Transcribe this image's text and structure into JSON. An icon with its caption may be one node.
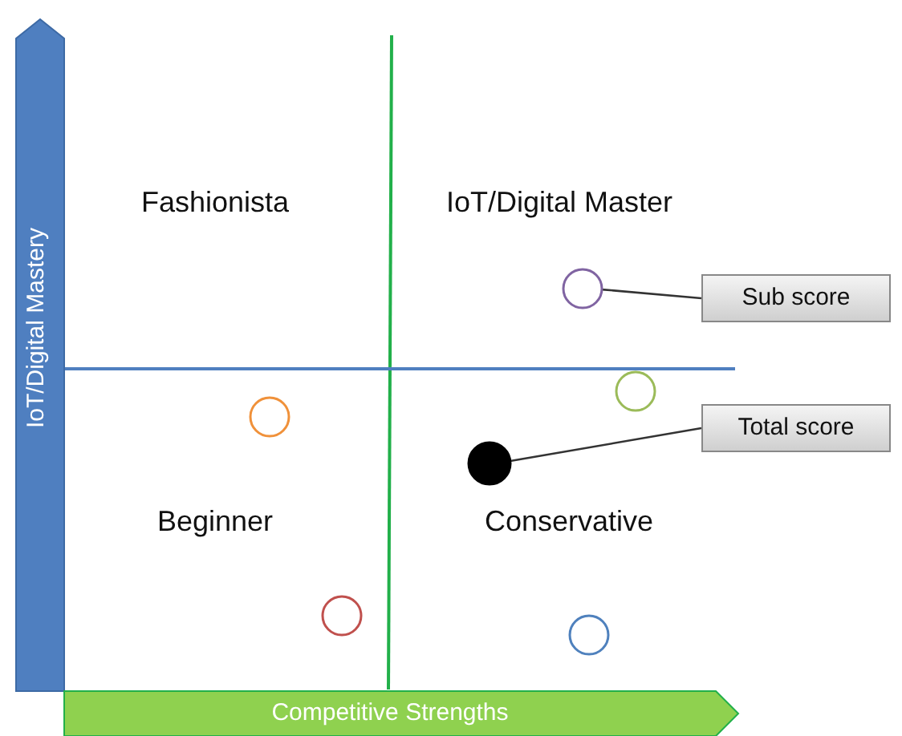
{
  "diagram": {
    "nodes": [
      {
        "text": [
          "IoT/Digital Mastery"
        ]
      },
      {
        "text": [
          "Competitive Strengths"
        ]
      },
      {
        "text": [
          "Sub score"
        ]
      },
      {
        "text": [
          "Total score"
        ]
      },
      {
        "text": [],
        "shape": "circle"
      },
      {
        "text": [],
        "shape": "circle"
      },
      {
        "text": [],
        "shape": "circle"
      },
      {
        "text": [],
        "shape": "circle"
      },
      {
        "text": [],
        "shape": "circle"
      },
      {
        "text": [],
        "shape": "circle"
      }
    ],
    "edges": [
      {
        "from": 2,
        "to": 7,
        "arrow": "none"
      },
      {
        "from": 3,
        "to": 6,
        "arrow": "none"
      }
    ],
    "labels": [
      "Fashionista",
      "IoT/Digital Master",
      "Beginner",
      "Conservative"
    ]
  }
}
